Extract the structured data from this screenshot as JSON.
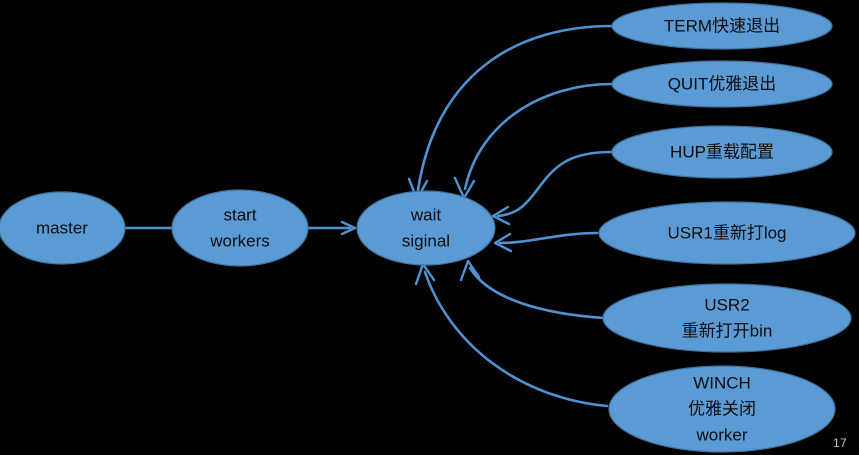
{
  "slide": {
    "background_color": "#000000",
    "page_number": "17",
    "page_number_color": "#c9c2a8"
  },
  "theme": {
    "node_fill": "#5B9BD5",
    "node_stroke": "#41719C",
    "edge_color": "#4E92D2",
    "text_color": "#0d0d0d"
  },
  "flow": {
    "nodes": [
      {
        "id": "master",
        "label": "master",
        "lines": [
          "master"
        ]
      },
      {
        "id": "start-workers",
        "label": "start workers",
        "lines": [
          "start",
          "workers"
        ]
      },
      {
        "id": "wait-signal",
        "label": "wait siginal",
        "lines": [
          "wait",
          "siginal"
        ]
      }
    ]
  },
  "signals": {
    "items": [
      {
        "id": "term",
        "label": "TERM快速退出",
        "lines": [
          "TERM快速退出"
        ]
      },
      {
        "id": "quit",
        "label": "QUIT优雅退出",
        "lines": [
          "QUIT优雅退出"
        ]
      },
      {
        "id": "hup",
        "label": "HUP重载配置",
        "lines": [
          "HUP重载配置"
        ]
      },
      {
        "id": "usr1",
        "label": "USR1重新打log",
        "lines": [
          "USR1重新打log"
        ]
      },
      {
        "id": "usr2",
        "label": "USR2 重新打开bin",
        "lines": [
          "USR2",
          "重新打开bin"
        ]
      },
      {
        "id": "winch",
        "label": "WINCH 优雅关闭 worker",
        "lines": [
          "WINCH",
          "优雅关闭",
          "worker"
        ]
      }
    ]
  }
}
